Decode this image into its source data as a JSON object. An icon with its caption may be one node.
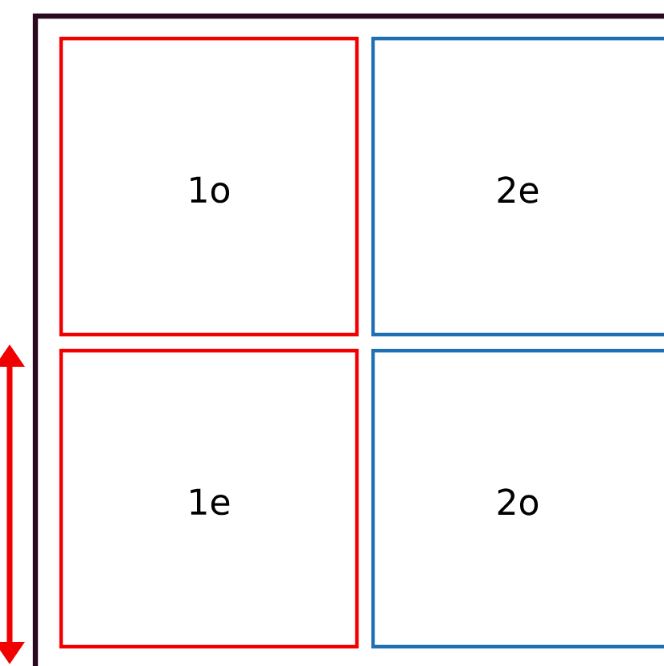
{
  "diagram": {
    "nodes": [
      {
        "text": [],
        "shape": "box"
      },
      {
        "text": [
          "1o"
        ],
        "in": 0
      },
      {
        "text": [
          "2e"
        ],
        "in": 0
      },
      {
        "text": [
          "1e"
        ],
        "in": 0
      },
      {
        "text": [
          "2o"
        ],
        "in": 0
      }
    ]
  }
}
